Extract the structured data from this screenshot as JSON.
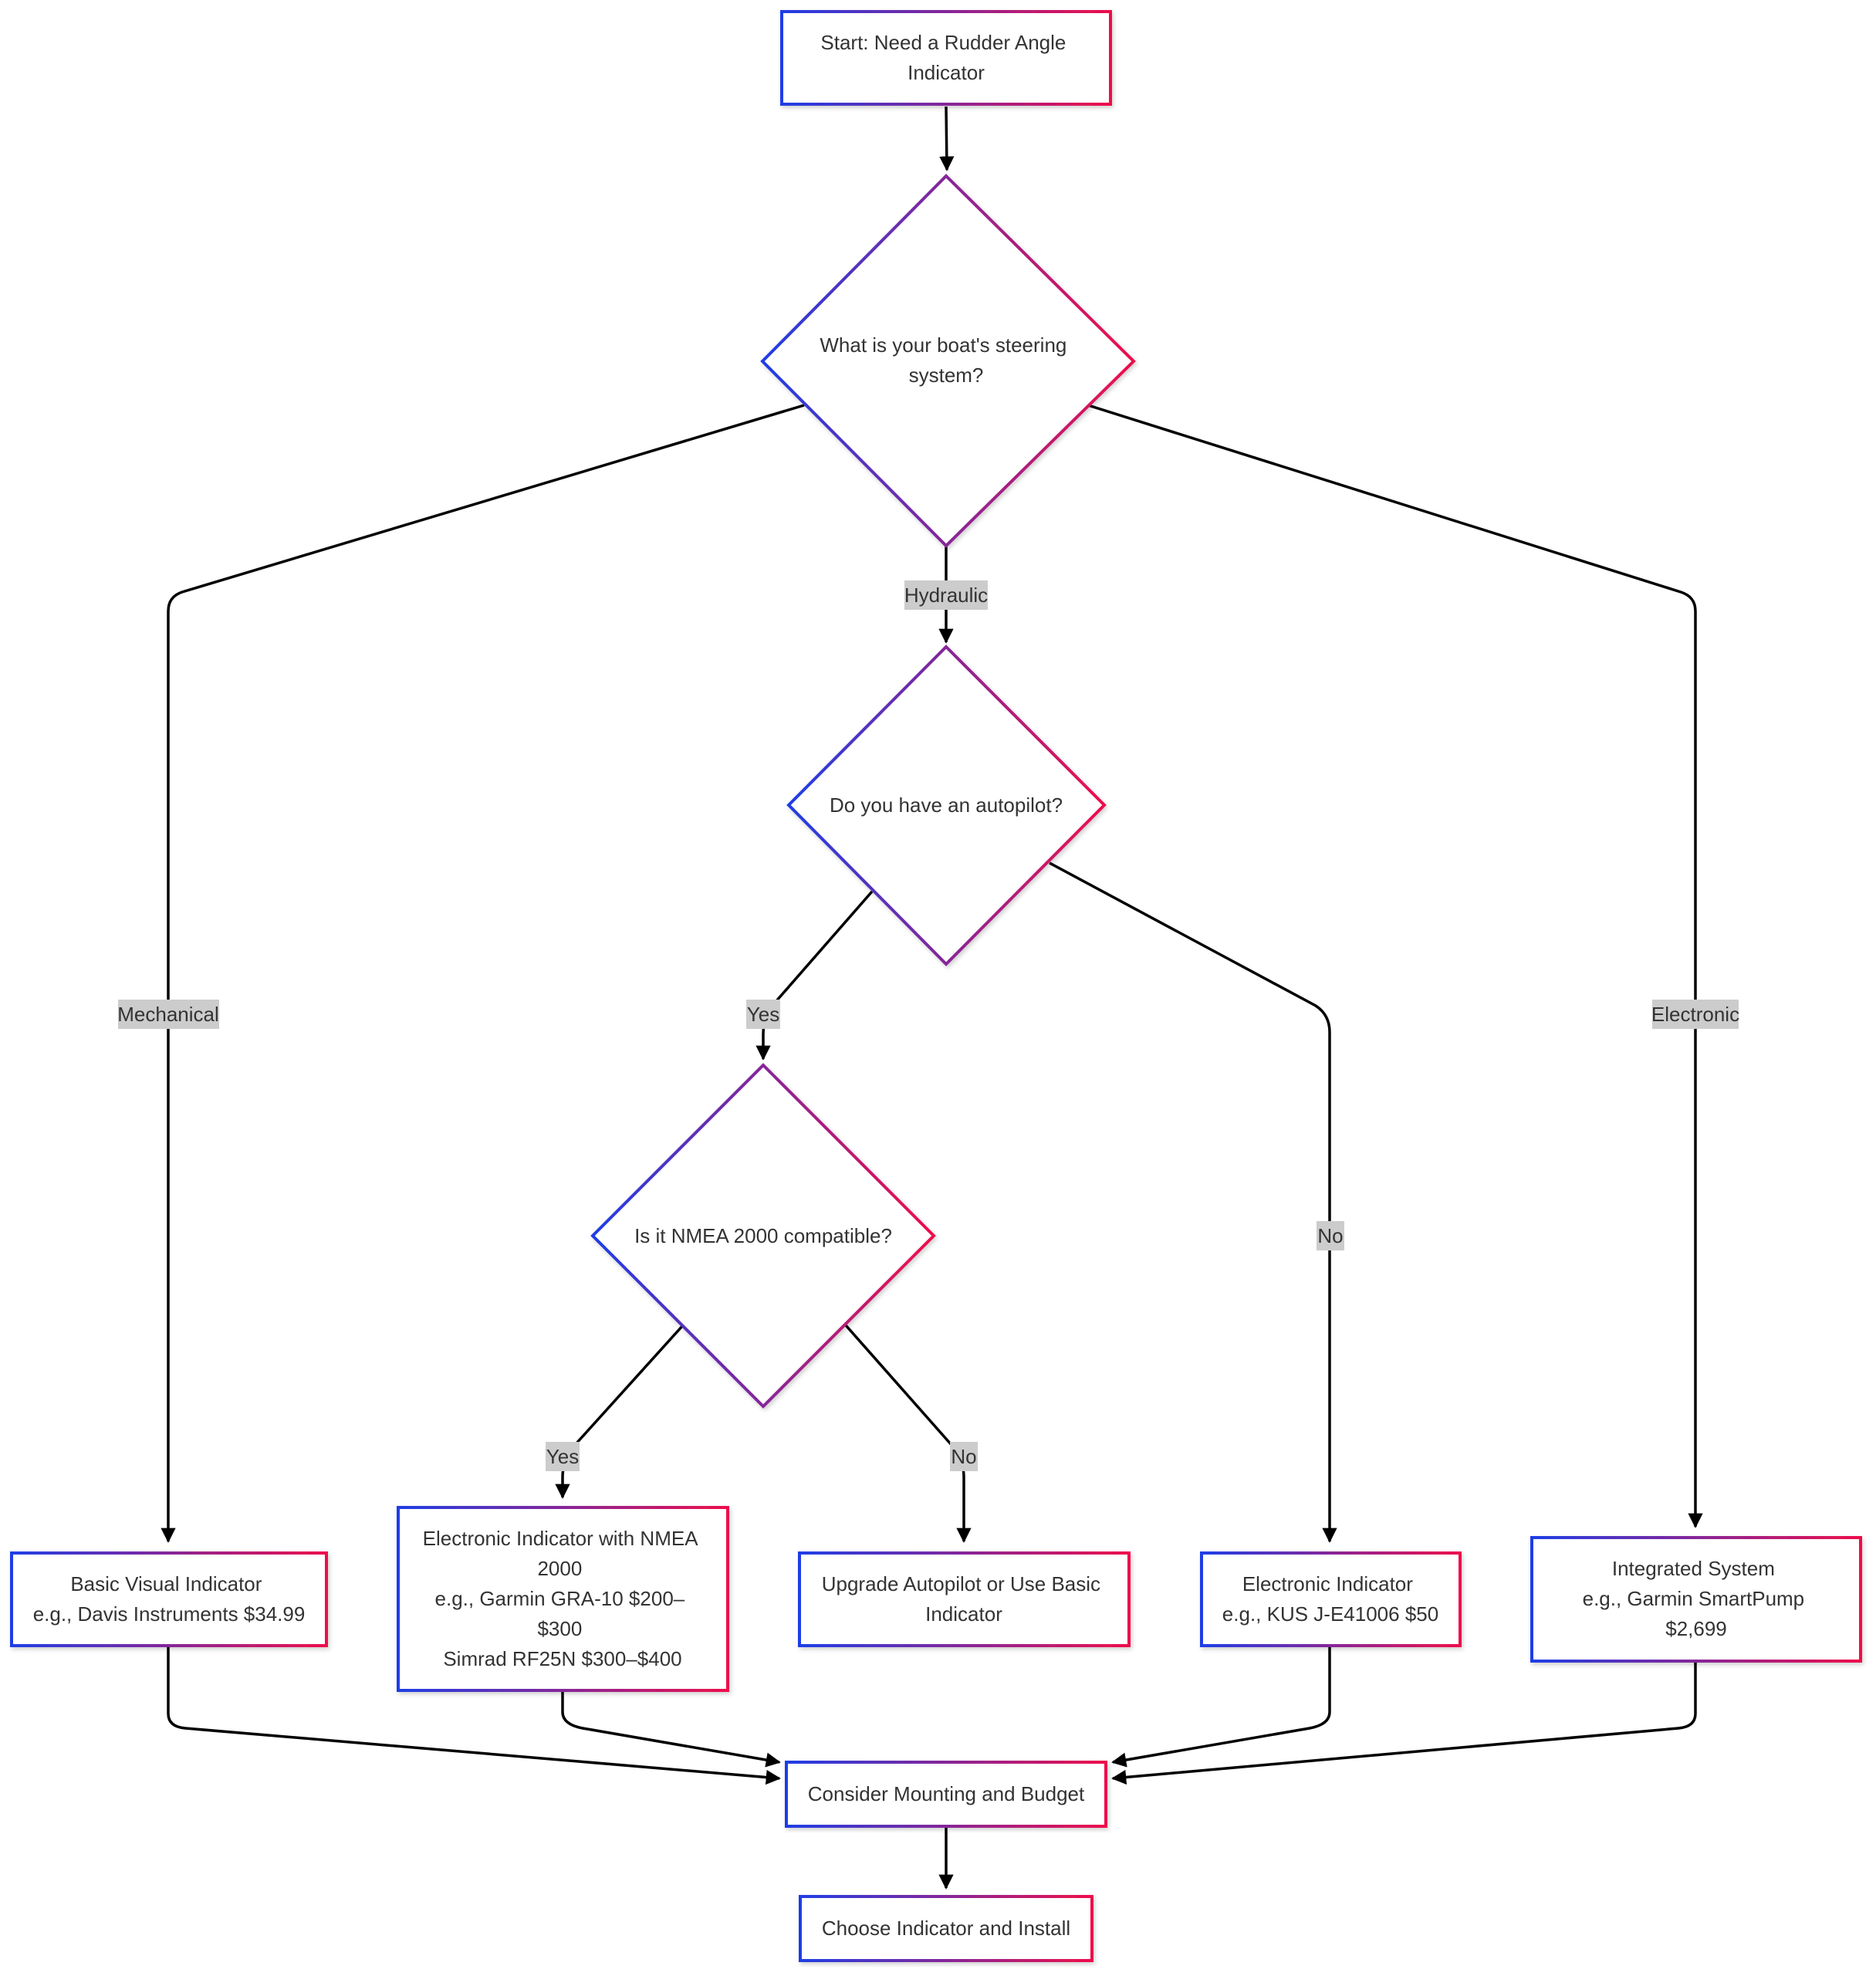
{
  "diagram": {
    "colors": {
      "border_start": "#1f3ee6",
      "border_end": "#ee0f4c",
      "edge": "#000000",
      "text": "#333333",
      "label_background": "#cccccc",
      "background": "#ffffff"
    },
    "nodes": {
      "start": {
        "lines": [
          "Start: Need a Rudder Angle",
          "Indicator"
        ]
      },
      "steering": {
        "lines": [
          "What is your boat's steering",
          "system?"
        ]
      },
      "autopilot": {
        "lines": [
          "Do you have an autopilot?"
        ]
      },
      "nmea": {
        "lines": [
          "Is it NMEA 2000 compatible?"
        ]
      },
      "basic_visual": {
        "lines": [
          "Basic Visual Indicator",
          "e.g., Davis Instruments $34.99"
        ]
      },
      "electronic_nmea": {
        "lines": [
          "Electronic Indicator with NMEA",
          "2000",
          "e.g., Garmin GRA-10 $200–",
          "$300",
          "Simrad RF25N $300–$400"
        ]
      },
      "upgrade": {
        "lines": [
          "Upgrade Autopilot or Use Basic",
          "Indicator"
        ]
      },
      "electronic_indicator": {
        "lines": [
          "Electronic Indicator",
          "e.g., KUS J-E41006 $50"
        ]
      },
      "integrated": {
        "lines": [
          "Integrated System",
          "e.g., Garmin SmartPump",
          "$2,699"
        ]
      },
      "mounting": {
        "lines": [
          "Consider Mounting and Budget"
        ]
      },
      "choose": {
        "lines": [
          "Choose Indicator and Install"
        ]
      }
    },
    "edge_labels": {
      "hydraulic": "Hydraulic",
      "mechanical": "Mechanical",
      "electronic": "Electronic",
      "autopilot_yes": "Yes",
      "autopilot_no": "No",
      "nmea_yes": "Yes",
      "nmea_no": "No"
    }
  }
}
